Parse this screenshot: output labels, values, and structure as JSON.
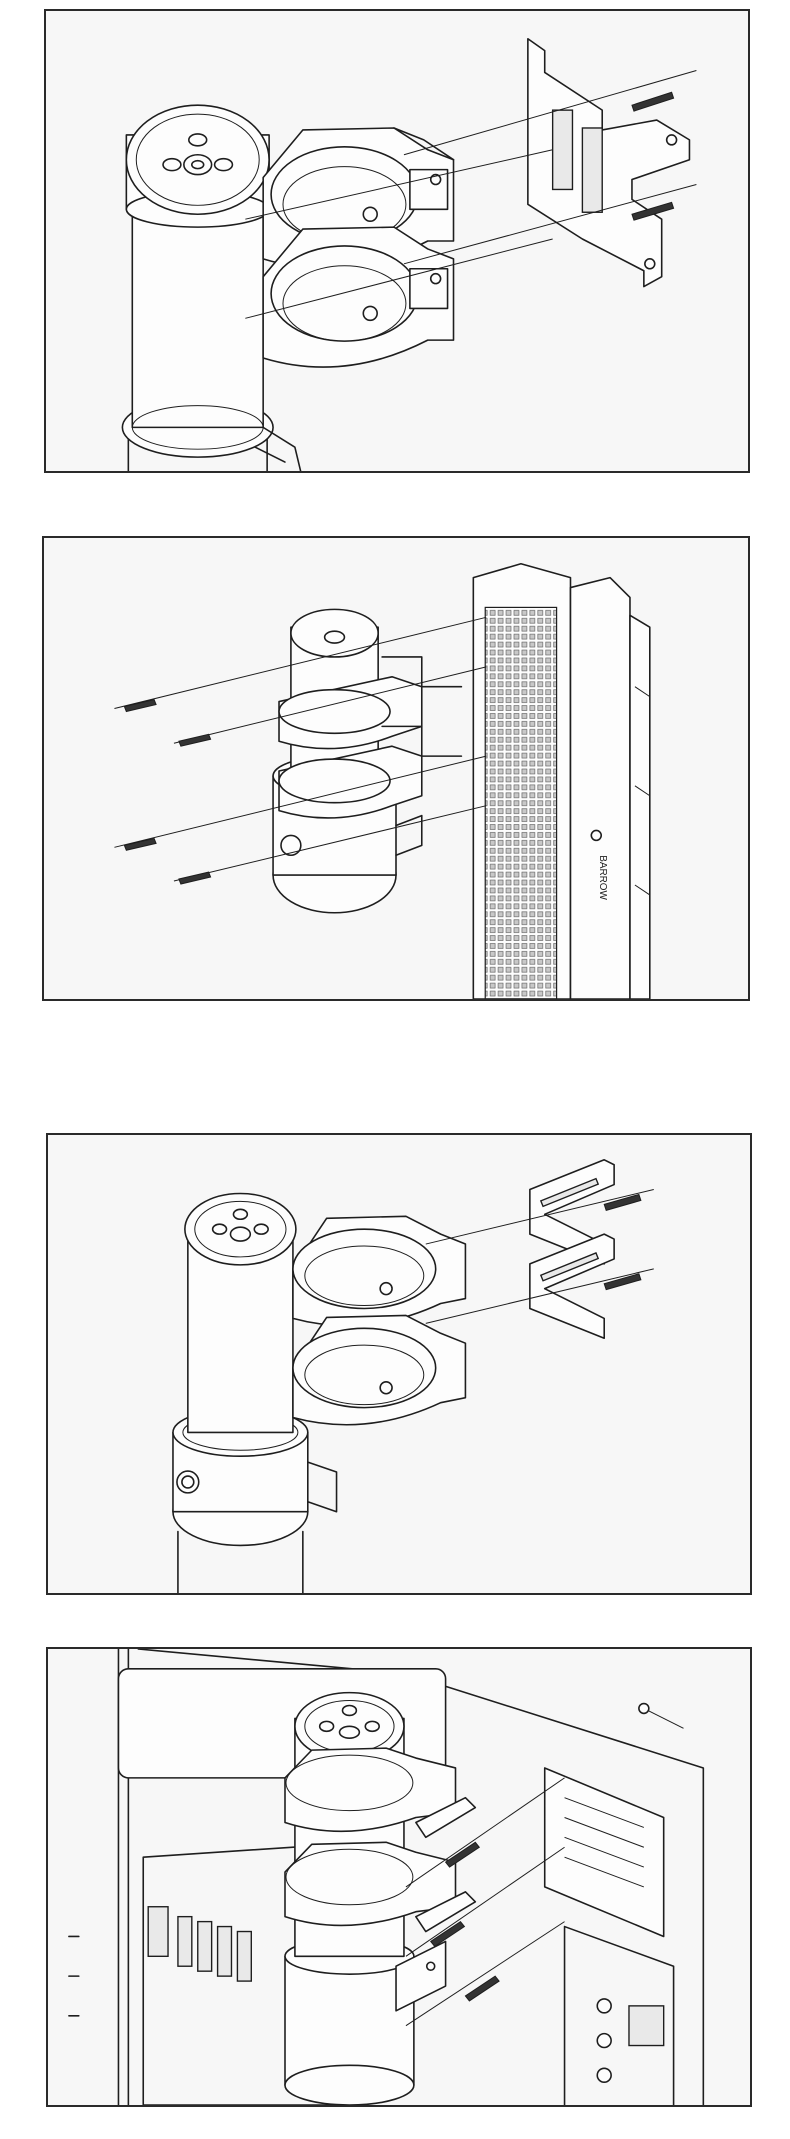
{
  "steps": [
    {
      "id": "step-1",
      "description_visible": ""
    },
    {
      "id": "step-2",
      "description_visible": ""
    },
    {
      "id": "step-3",
      "description_visible": ""
    },
    {
      "id": "step-4",
      "description_visible": ""
    }
  ],
  "radiator_logo": "BARROW",
  "colors": {
    "panel_bg": "#f7f7f7",
    "line": "#1e1e1e",
    "border": "#2a2a2a"
  }
}
